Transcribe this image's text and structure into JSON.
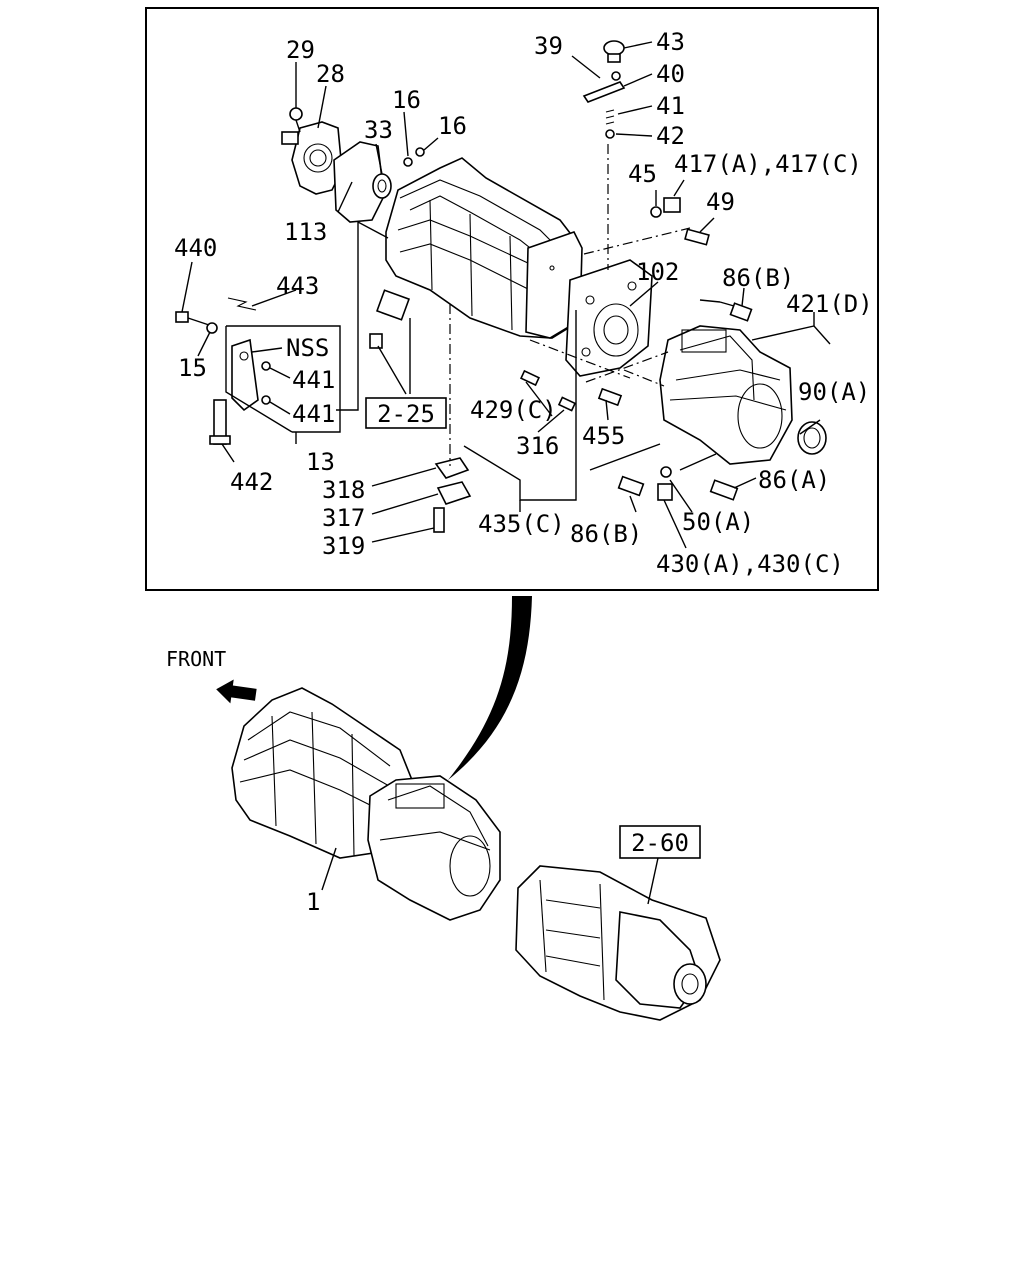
{
  "diagram": {
    "front_label": "FRONT",
    "callouts": [
      {
        "id": "29",
        "text": "29"
      },
      {
        "id": "28",
        "text": "28"
      },
      {
        "id": "16a",
        "text": "16"
      },
      {
        "id": "16b",
        "text": "16"
      },
      {
        "id": "33",
        "text": "33"
      },
      {
        "id": "113",
        "text": "113"
      },
      {
        "id": "39",
        "text": "39"
      },
      {
        "id": "43",
        "text": "43"
      },
      {
        "id": "40",
        "text": "40"
      },
      {
        "id": "41",
        "text": "41"
      },
      {
        "id": "42",
        "text": "42"
      },
      {
        "id": "45",
        "text": "45"
      },
      {
        "id": "417",
        "text": "417(A),417(C)"
      },
      {
        "id": "49",
        "text": "49"
      },
      {
        "id": "440",
        "text": "440"
      },
      {
        "id": "443",
        "text": "443"
      },
      {
        "id": "102",
        "text": "102"
      },
      {
        "id": "86b_top",
        "text": "86(B)"
      },
      {
        "id": "421d",
        "text": "421(D)"
      },
      {
        "id": "nss",
        "text": "NSS"
      },
      {
        "id": "15",
        "text": "15"
      },
      {
        "id": "441a",
        "text": "441"
      },
      {
        "id": "441b",
        "text": "441"
      },
      {
        "id": "90a",
        "text": "90(A)"
      },
      {
        "id": "429c",
        "text": "429(C)"
      },
      {
        "id": "316",
        "text": "316"
      },
      {
        "id": "455",
        "text": "455"
      },
      {
        "id": "13",
        "text": "13"
      },
      {
        "id": "442",
        "text": "442"
      },
      {
        "id": "86a",
        "text": "86(A)"
      },
      {
        "id": "318",
        "text": "318"
      },
      {
        "id": "317",
        "text": "317"
      },
      {
        "id": "319",
        "text": "319"
      },
      {
        "id": "435c",
        "text": "435(C)"
      },
      {
        "id": "86b_bottom",
        "text": "86(B)"
      },
      {
        "id": "50a",
        "text": "50(A)"
      },
      {
        "id": "430",
        "text": "430(A),430(C)"
      },
      {
        "id": "1",
        "text": "1"
      }
    ],
    "references": [
      {
        "id": "ref_2_25",
        "text": "2-25"
      },
      {
        "id": "ref_2_60",
        "text": "2-60"
      }
    ]
  }
}
